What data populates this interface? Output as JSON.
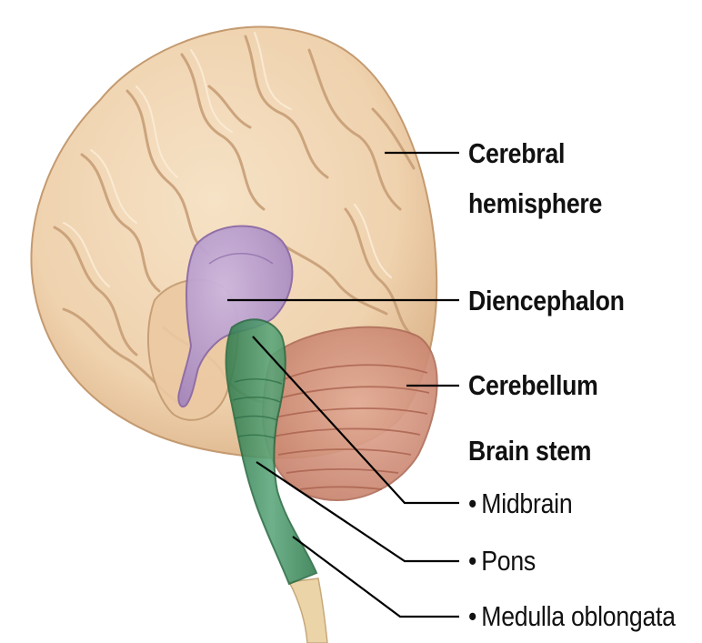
{
  "diagram": {
    "labels": {
      "cerebral_hemisphere_line1": "Cerebral",
      "cerebral_hemisphere_line2": "hemisphere",
      "diencephalon": "Diencephalon",
      "cerebellum": "Cerebellum",
      "brain_stem": "Brain stem",
      "midbrain": "Midbrain",
      "pons": "Pons",
      "medulla_oblongata": "Medulla oblongata",
      "bullet": "•"
    },
    "colors": {
      "cerebrum": "#f1d6b4",
      "cerebrum_shadow": "#c9a37c",
      "diencephalon": "#b89ccc",
      "cerebellum": "#d79a86",
      "brain_stem": "#3f8a5c",
      "spinal_cord": "#ead4a8",
      "leader_line": "#000000"
    }
  }
}
